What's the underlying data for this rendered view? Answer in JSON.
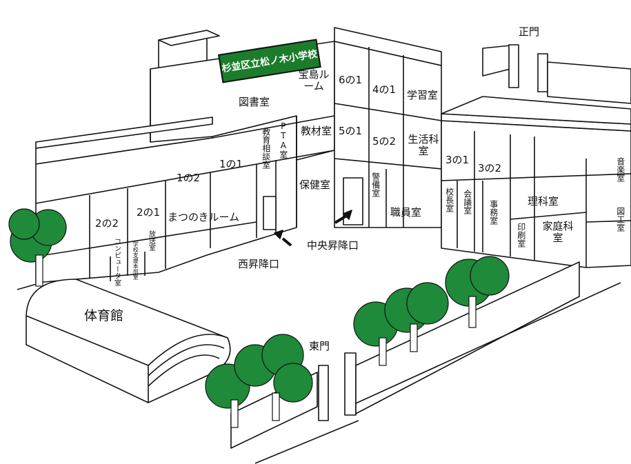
{
  "school_sign": "杉並区立松ノ木小学校",
  "gates": {
    "main": "正門",
    "east": "東門"
  },
  "entrances": {
    "west": "西昇降口",
    "central": "中央昇降口"
  },
  "gym": "体育館",
  "rooms": {
    "library": "図書室",
    "treasure": "宝島ルーム",
    "r6_1": "6の1",
    "r4_1": "4の1",
    "study": "学習室",
    "materials": "教材室",
    "r5_1": "5の1",
    "r5_2": "5の2",
    "life_science": "生活科室",
    "pta": "PTA室",
    "counseling": "教育相談室",
    "r1_1": "1の1",
    "r1_2": "1の2",
    "r2_1": "2の1",
    "r2_2": "2の2",
    "health": "保健室",
    "guard": "警備室",
    "staff": "職員室",
    "principal": "校長室",
    "meeting": "会議室",
    "office": "事務室",
    "printing": "印刷室",
    "r3_1": "3の1",
    "r3_2": "3の2",
    "science": "理科室",
    "home_ec": "家庭科室",
    "music": "音楽室",
    "art": "図工室",
    "matsunoki": "まつのきルーム",
    "broadcast": "放送室",
    "support": "学校支援本部室",
    "computer": "コンピュータ室"
  },
  "colors": {
    "tree": "#1f8a3a",
    "sign": "#1b7d2c",
    "line": "#111111"
  }
}
